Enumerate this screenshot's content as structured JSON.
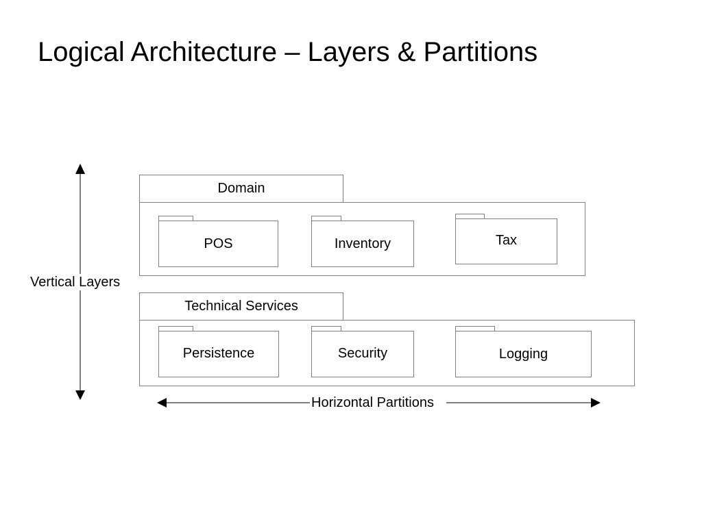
{
  "title": "Logical Architecture – Layers & Partitions",
  "diagram": {
    "vertical_axis_label": "Vertical Layers",
    "horizontal_axis_label": "Horizontal Partitions",
    "layers": [
      {
        "name": "Domain",
        "packages": [
          "POS",
          "Inventory",
          "Tax"
        ]
      },
      {
        "name": "Technical Services",
        "packages": [
          "Persistence",
          "Security",
          "Logging"
        ]
      }
    ]
  }
}
